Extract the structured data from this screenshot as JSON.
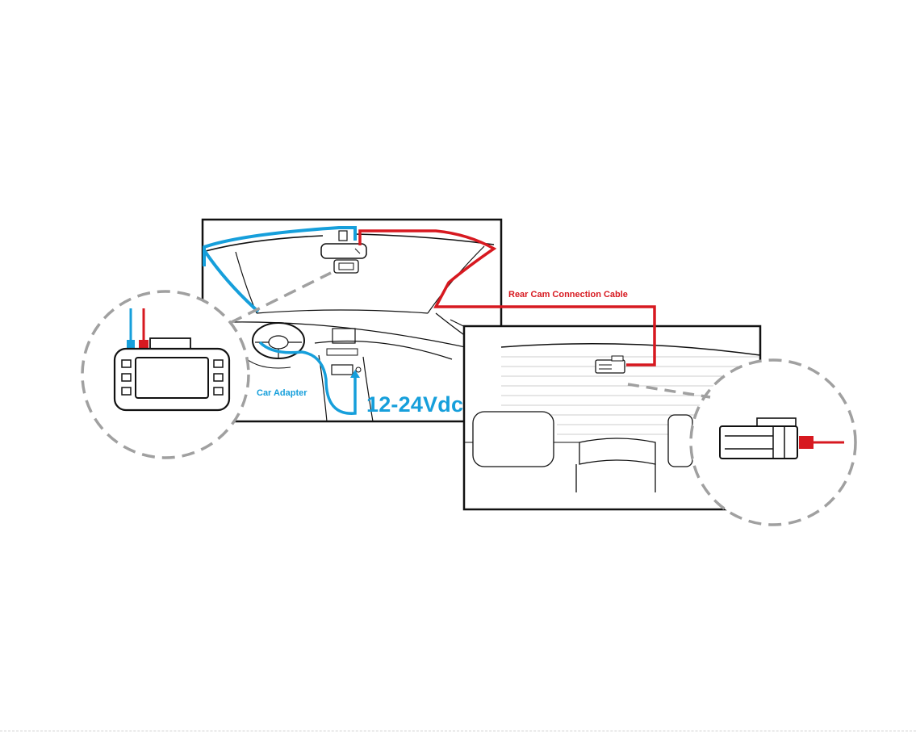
{
  "labels": {
    "rear_cable": "Rear Cam Connection Cable",
    "car_adapter": "Car Adapter",
    "voltage": "12-24Vdc"
  },
  "colors": {
    "power_cable": "#169fdb",
    "rear_cable": "#d71920",
    "outline": "#111111",
    "callout": "#a0a0a0",
    "light_line": "#cccccc"
  }
}
